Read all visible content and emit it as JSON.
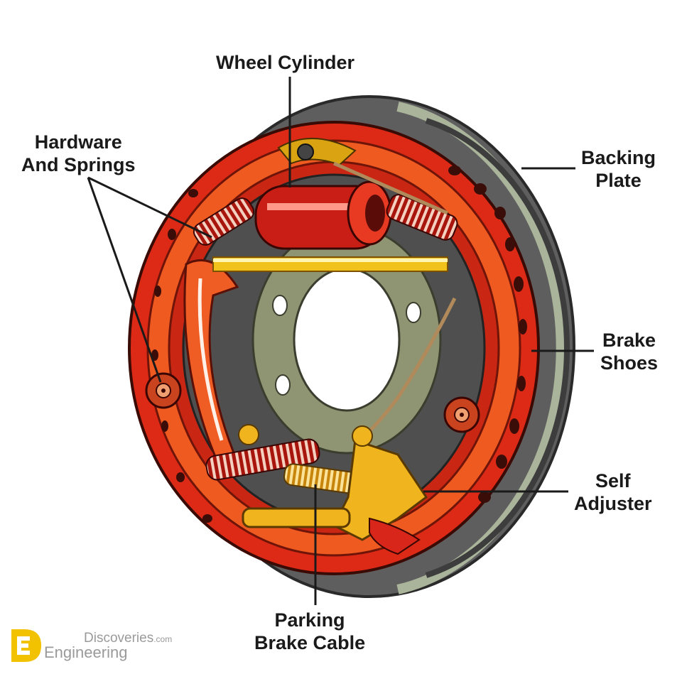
{
  "labels": {
    "wheel_cylinder": "Wheel Cylinder",
    "hardware_springs": [
      "Hardware",
      "And Springs"
    ],
    "backing_plate": [
      "Backing",
      "Plate"
    ],
    "brake_shoes": [
      "Brake",
      "Shoes"
    ],
    "self_adjuster": [
      "Self",
      "Adjuster"
    ],
    "parking_brake_cable": [
      "Parking",
      "Brake Cable"
    ]
  },
  "watermark": {
    "brand_top": "Discoveries",
    "brand_suffix": ".com",
    "brand_bottom": "Engineering",
    "logo_letter": "E",
    "logo_color": "#f2c200"
  },
  "colors": {
    "shoe_red": "#e3301c",
    "lining_orange": "#ee5a20",
    "backing_gray": "#6b6b6b",
    "hub_olive": "#8f9472",
    "adjuster_yellow": "#f0b41e",
    "spring_dark_red": "#b3180f"
  }
}
